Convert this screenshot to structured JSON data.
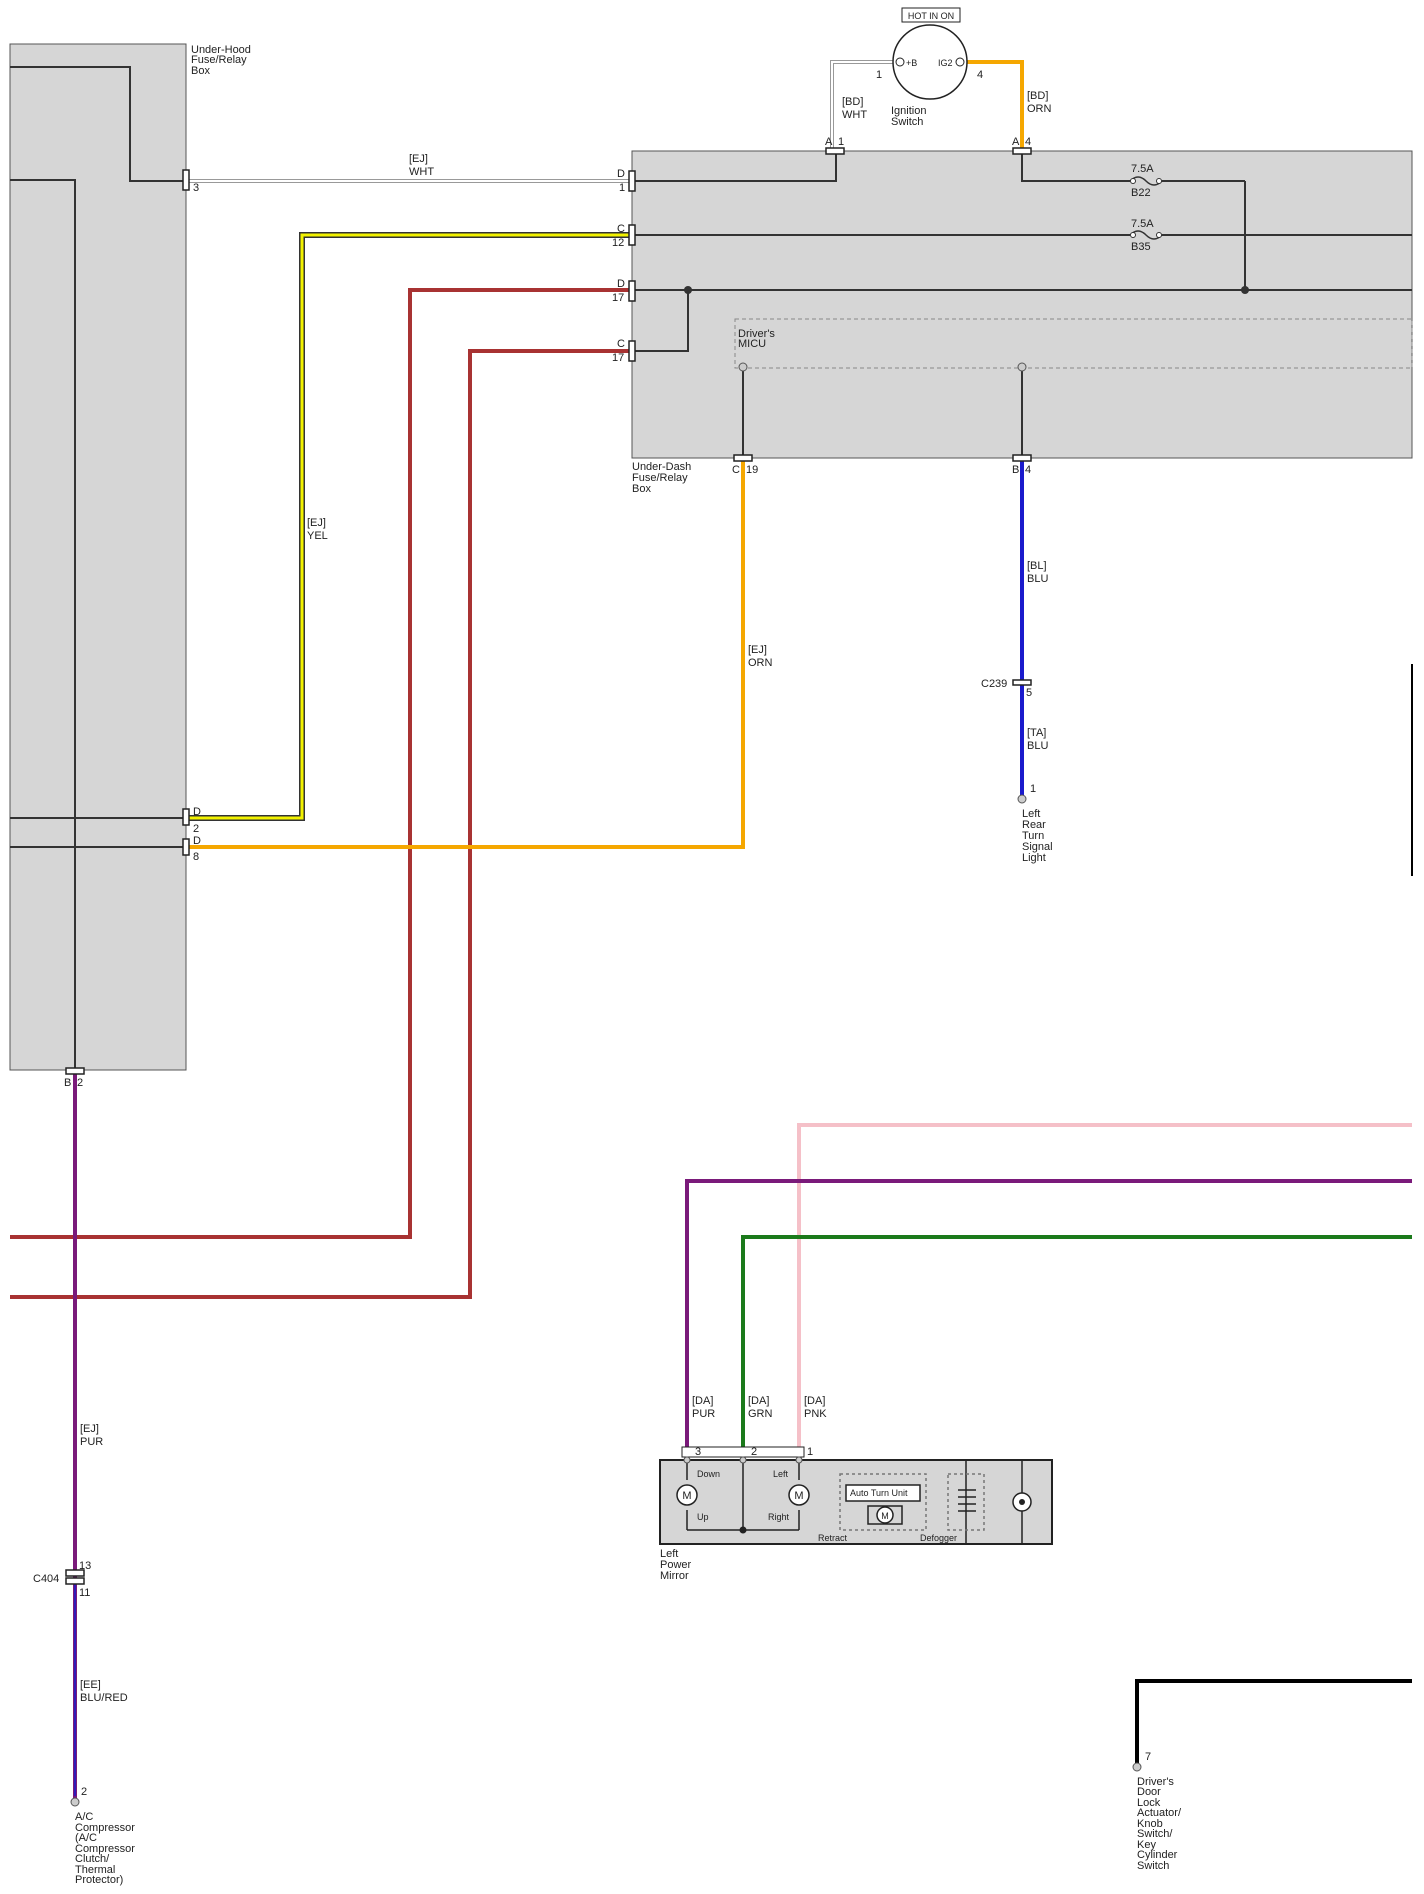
{
  "header": {
    "hot_in_on": "HOT IN ON"
  },
  "components": {
    "under_hood_box": [
      "Under-Hood",
      "Fuse/Relay",
      "Box"
    ],
    "under_dash_box": [
      "Under-Dash",
      "Fuse/Relay",
      "Box"
    ],
    "micu": [
      "Driver's",
      "MICU"
    ],
    "ignition_switch": [
      "Ignition",
      "Switch"
    ],
    "ignition_pins": {
      "b_label": "+B",
      "ig2_label": "IG2",
      "pin_b": "1",
      "pin_ig2": "4"
    },
    "left_rear_turn": [
      "Left",
      "Rear",
      "Turn",
      "Signal",
      "Light"
    ],
    "left_power_mirror": [
      "Left",
      "Power",
      "Mirror"
    ],
    "ac_compressor": [
      "A/C",
      "Compressor",
      "(A/C",
      "Compressor",
      "Clutch/",
      "Thermal",
      "Protector)"
    ],
    "door_lock_switch": [
      "Driver's",
      "Door",
      "Lock",
      "Actuator/",
      "Knob",
      "Switch/",
      "Key",
      "Cylinder",
      "Switch"
    ]
  },
  "fuses": [
    {
      "rating": "7.5A",
      "id": "B22"
    },
    {
      "rating": "7.5A",
      "id": "B35"
    }
  ],
  "wires": {
    "ig_b": [
      "[BD]",
      "WHT"
    ],
    "ig_ig2": [
      "[BD]",
      "ORN"
    ],
    "hood_dash_wht": [
      "[EJ]",
      "WHT"
    ],
    "yel": [
      "[EJ]",
      "YEL"
    ],
    "orn": [
      "[EJ]",
      "ORN"
    ],
    "blu1": [
      "[BL]",
      "BLU"
    ],
    "blu2": [
      "[TA]",
      "BLU"
    ],
    "pur": [
      "[EJ]",
      "PUR"
    ],
    "blured": [
      "[EE]",
      "BLU/RED"
    ],
    "mirror_pur": [
      "[DA]",
      "PUR"
    ],
    "mirror_grn": [
      "[DA]",
      "GRN"
    ],
    "mirror_pnk": [
      "[DA]",
      "PNK"
    ]
  },
  "connectors": {
    "dash_a1": [
      "A",
      "1"
    ],
    "dash_a4": [
      "A",
      "4"
    ],
    "dash_d1": [
      "D",
      "1"
    ],
    "dash_c12": [
      "C",
      "12"
    ],
    "dash_d17": [
      "D",
      "17"
    ],
    "dash_c17": [
      "C",
      "17"
    ],
    "dash_c19": [
      "C",
      "19"
    ],
    "dash_b4": [
      "B",
      "4"
    ],
    "hood_3": "3",
    "hood_d2": [
      "D",
      "2"
    ],
    "hood_d8": [
      "D",
      "8"
    ],
    "hood_b2": [
      "B",
      "2"
    ],
    "c239": "C239",
    "c239_pin": "5",
    "turn_pin": "1",
    "c404": "C404",
    "c404_pins": [
      "13",
      "11"
    ],
    "ac_pin": "2",
    "door_pin": "7",
    "mirror_pins": [
      "3",
      "2",
      "1"
    ]
  },
  "mirror_internals": {
    "down": "Down",
    "up": "Up",
    "left": "Left",
    "right": "Right",
    "auto_turn": "Auto Turn Unit",
    "retract": "Retract",
    "defogger": "Defogger",
    "motor": "M"
  },
  "colors": {
    "box_fill": "#d6d6d6",
    "wire_dark": "#333333",
    "yellow": "#f2f200",
    "orange": "#f5a700",
    "red": "#a83232",
    "blue": "#1a1acc",
    "purple": "#7a1a7a",
    "green": "#1b7a1b",
    "pink": "#f5c0c8",
    "black": "#000000"
  }
}
